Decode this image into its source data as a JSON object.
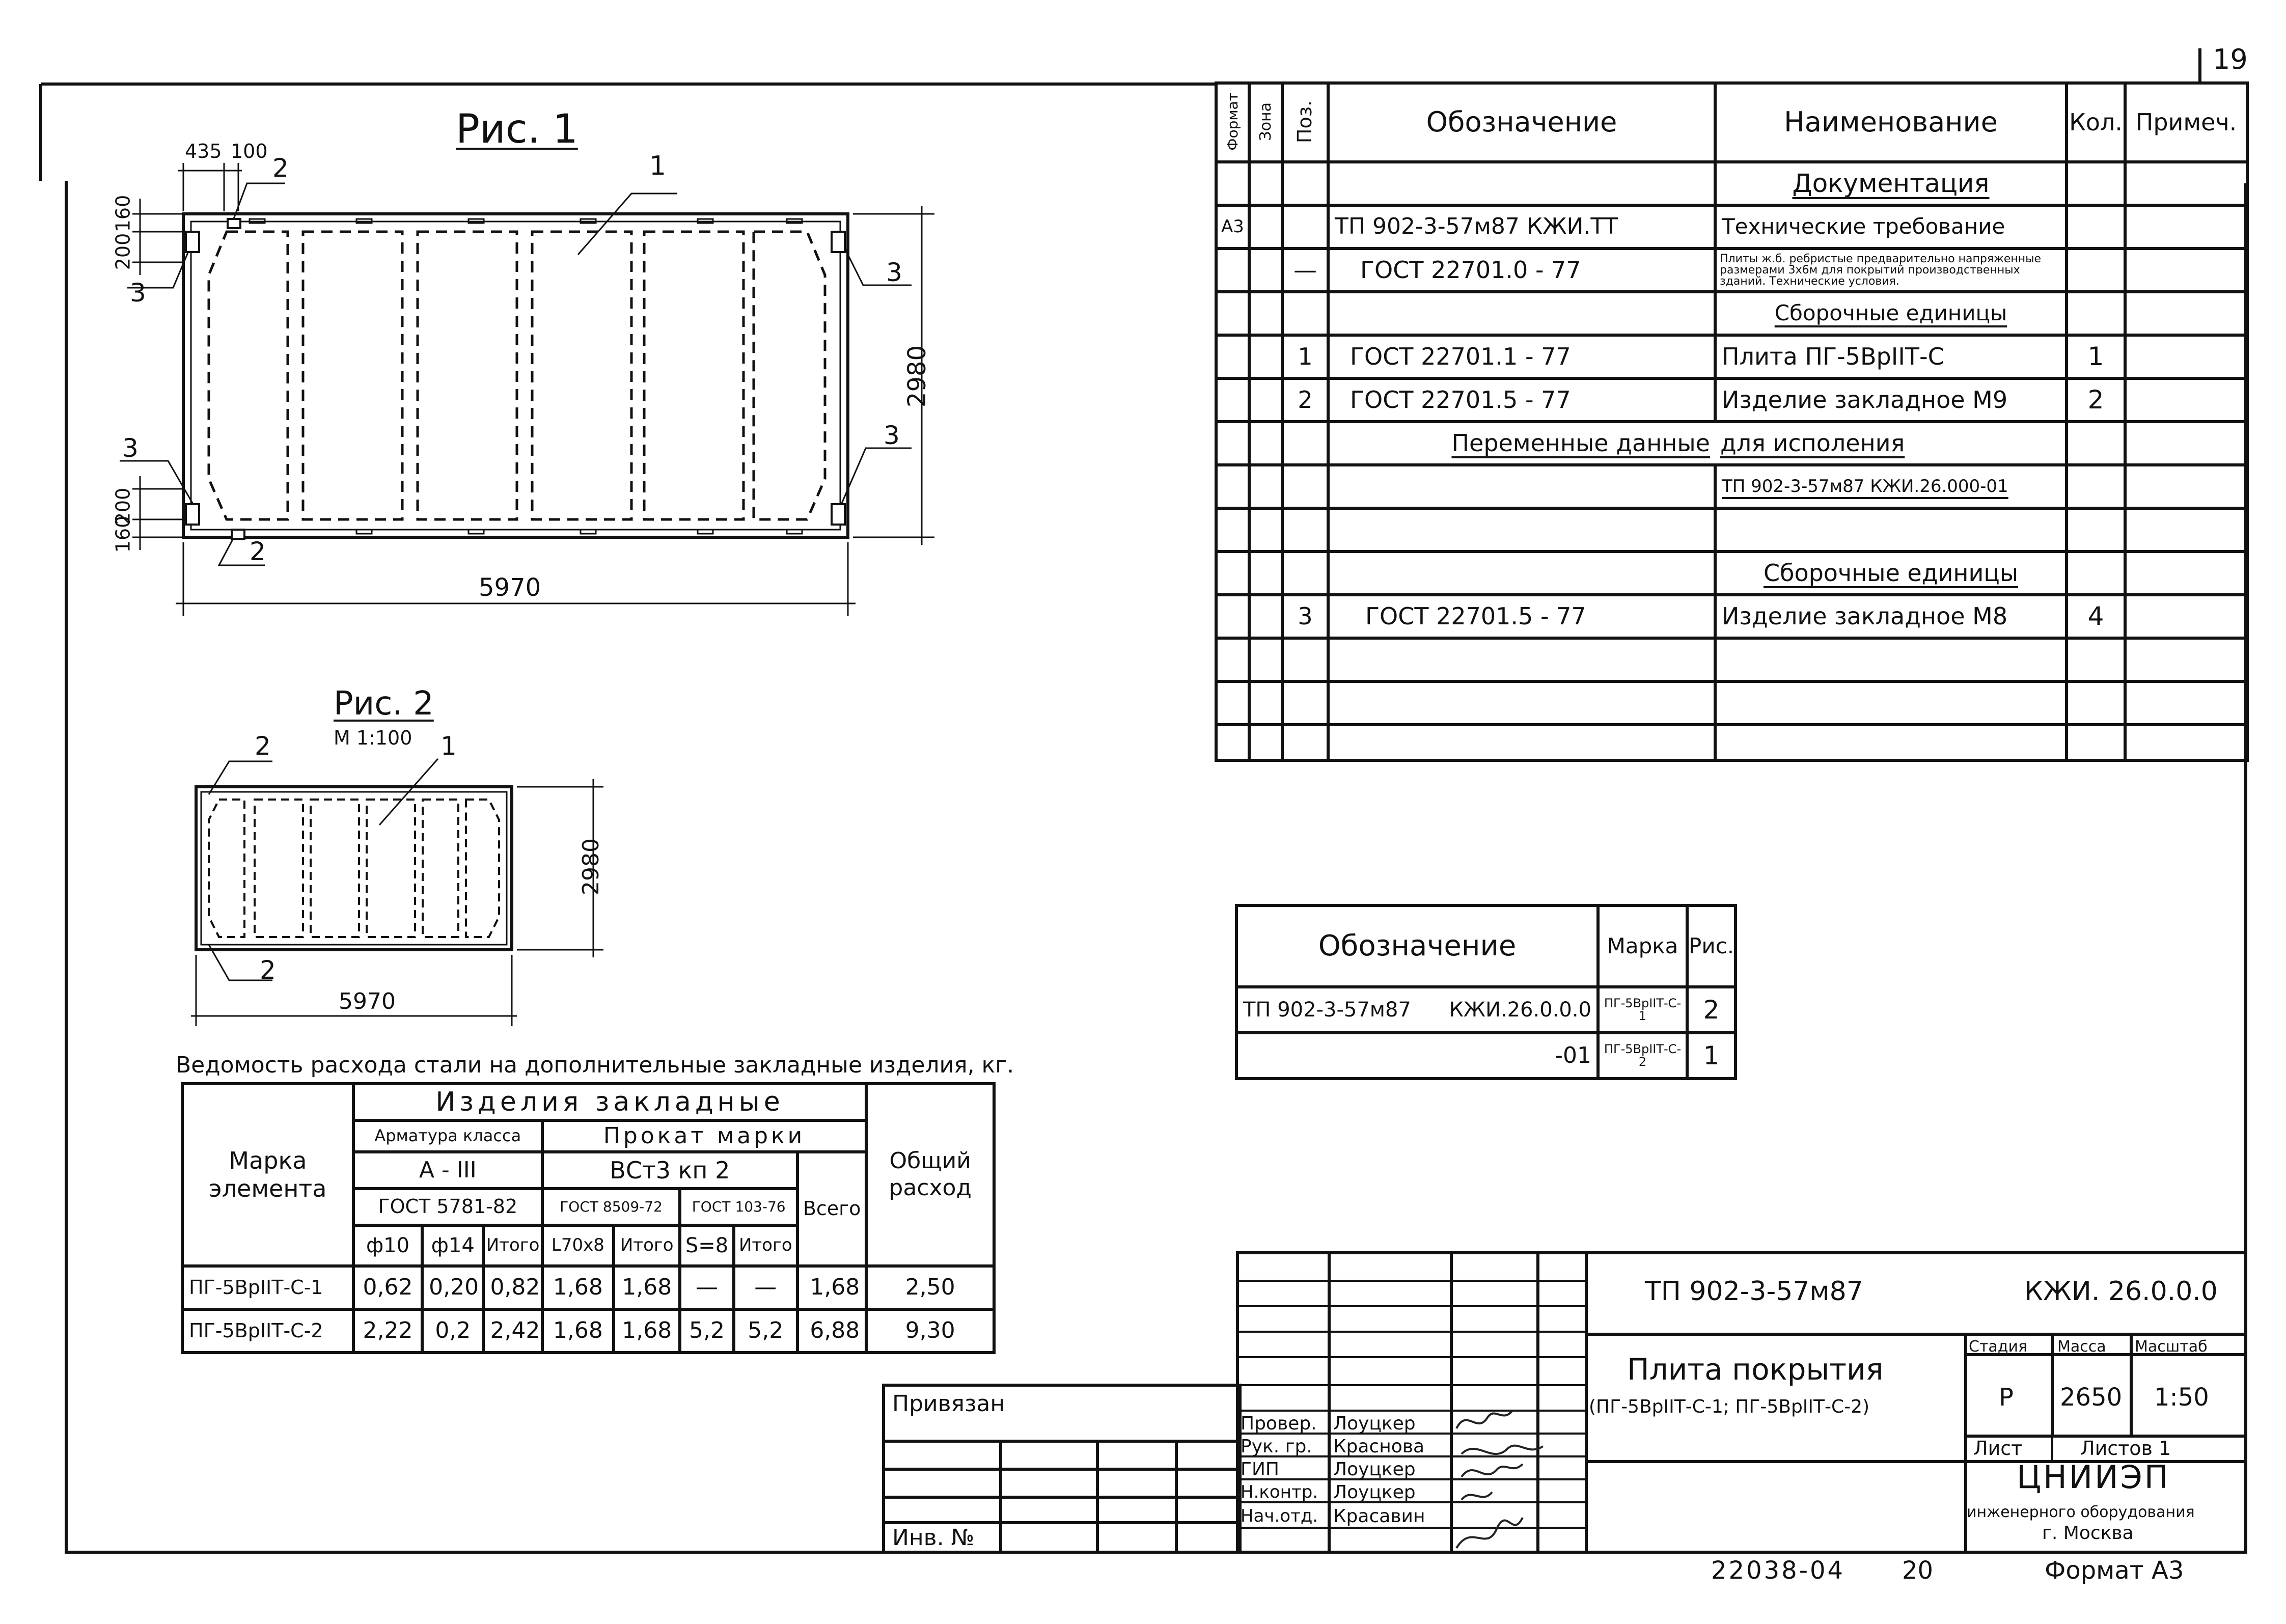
{
  "page": {
    "sheet_number": "19",
    "bottom_code": "22038-04",
    "bottom_page": "20",
    "format_label": "Формат А3"
  },
  "fig1": {
    "title": "Рис. 1",
    "dim_435": "435",
    "dim_100": "100",
    "dim_160_top": "160",
    "dim_200_top": "200",
    "dim_200_bottom": "200",
    "dim_160_bottom": "160",
    "dim_length": "5970",
    "dim_width": "2980",
    "pos_1": "1",
    "pos_2_top": "2",
    "pos_2_bottom": "2",
    "pos_3_tl": "3",
    "pos_3_tr": "3",
    "pos_3_bl": "3",
    "pos_3_br": "3"
  },
  "fig2": {
    "title": "Рис. 2",
    "scale": "М 1:100",
    "dim_length": "5970",
    "dim_width": "2980",
    "pos_1": "1",
    "pos_2_top": "2",
    "pos_2_bottom": "2"
  },
  "spec": {
    "headers": {
      "format": "Формат",
      "zone": "Зона",
      "pos": "Поз.",
      "designation": "Обозначение",
      "name": "Наименование",
      "qty": "Кол.",
      "note": "Примеч."
    },
    "rows": [
      {
        "format": "",
        "pos": "",
        "designation": "",
        "name": "Документация",
        "name_style": "underline-center",
        "qty": ""
      },
      {
        "format": "А3",
        "pos": "",
        "designation": "ТП 902-3-57м87   КЖИ.ТТ",
        "name": "Технические требование",
        "qty": ""
      },
      {
        "format": "",
        "pos": "—",
        "designation": "ГОСТ 22701.0 - 77",
        "name": "Плиты ж.б. ребристые предварительно напряженные размерами 3х6м для покрытий производственных зданий. Технические условия.",
        "name_style": "small",
        "qty": ""
      },
      {
        "format": "",
        "pos": "",
        "designation": "",
        "name": "Сборочные единицы",
        "name_style": "underline-center",
        "qty": ""
      },
      {
        "format": "",
        "pos": "1",
        "designation": "ГОСТ 22701.1 - 77",
        "name": "Плита ПГ-5ВрIIТ-С",
        "qty": "1"
      },
      {
        "format": "",
        "pos": "2",
        "designation": "ГОСТ 22701.5 - 77",
        "name": "Изделие закладное М9",
        "qty": "2"
      },
      {
        "format": "",
        "pos": "",
        "designation": "",
        "name": "",
        "qty": ""
      },
      {
        "format": "",
        "pos": "",
        "designation": "",
        "name": "ТП 902-3-57м87 КЖИ.26.000-01",
        "name_style": "underline",
        "qty": ""
      },
      {
        "format": "",
        "pos": "",
        "designation": "",
        "name": "",
        "qty": ""
      },
      {
        "format": "",
        "pos": "",
        "designation": "",
        "name": "Сборочные единицы",
        "name_style": "underline-center",
        "qty": ""
      },
      {
        "format": "",
        "pos": "3",
        "designation": "ГОСТ 22701.5 - 77",
        "name": "Изделие закладное М8",
        "qty": "4"
      },
      {
        "format": "",
        "pos": "",
        "designation": "",
        "name": "",
        "qty": ""
      },
      {
        "format": "",
        "pos": "",
        "designation": "",
        "name": "",
        "qty": ""
      },
      {
        "format": "",
        "pos": "",
        "designation": "",
        "name": "",
        "qty": ""
      }
    ],
    "variable_data_left": "Переменные данные",
    "variable_data_right": "для исполения"
  },
  "marks": {
    "headers": {
      "designation": "Обозначение",
      "mark": "Марка",
      "fig": "Рис."
    },
    "rows": [
      {
        "designation_a": "ТП 902-3-57м87",
        "designation_b": "КЖИ.26.0.0.0",
        "mark": "ПГ-5ВрIIТ-С-1",
        "fig": "2"
      },
      {
        "designation_a": "",
        "designation_b": "-01",
        "mark": "ПГ-5ВрIIТ-С-2",
        "fig": "1"
      }
    ]
  },
  "steel": {
    "title": "Ведомость расхода стали на дополнительные закладные изделия, кг.",
    "h_items": "Изделия закладные",
    "h_mark": "Марка элемента",
    "h_rebar": "Арматура класса",
    "h_rolled": "Прокат марки",
    "h_total": "Общий расход",
    "h_a3": "А - III",
    "h_vst": "ВСт3 кп 2",
    "h_all": "Всего",
    "h_gost5781": "ГОСТ 5781-82",
    "h_gost8509": "ГОСТ 8509-72",
    "h_gost103": "ГОСТ 103-76",
    "h_d10": "ф10",
    "h_d14": "ф14",
    "h_itogo1": "Итого",
    "h_l70": "L70х8",
    "h_itogo2": "Итого",
    "h_s8": "S=8",
    "h_itogo3": "Итого",
    "rows": [
      {
        "mark": "ПГ-5ВрIIТ-С-1",
        "d10": "0,62",
        "d14": "0,20",
        "itogo1": "0,82",
        "l70": "1,68",
        "itogo2": "1,68",
        "s8": "—",
        "itogo3": "—",
        "vsego": "1,68",
        "total": "2,50"
      },
      {
        "mark": "ПГ-5ВрIIТ-С-2",
        "d10": "2,22",
        "d14": "0,2",
        "itogo1": "2,42",
        "l70": "1,68",
        "itogo2": "1,68",
        "s8": "5,2",
        "itogo3": "5,2",
        "vsego": "6,88",
        "total": "9,30"
      }
    ]
  },
  "bind": {
    "label": "Привязан",
    "inv": "Инв. №"
  },
  "stamp": {
    "code_left": "ТП 902-3-57м87",
    "code_right": "КЖИ. 26.0.0.0",
    "title_line1": "Плита покрытия",
    "title_line2": "(ПГ-5ВрIIТ-С-1; ПГ-5ВрIIТ-С-2)",
    "stage_label": "Стадия",
    "mass_label": "Масса",
    "scale_label": "Масштаб",
    "stage": "Р",
    "mass": "2650",
    "scale": "1:50",
    "sheet_label": "Лист",
    "sheets_label": "Листов 1",
    "org_name": "ЦНИИЭП",
    "org_sub": "инженерного оборудования",
    "org_city": "г. Москва",
    "signers": [
      {
        "role": "Провер.",
        "name": "Лоуцкер"
      },
      {
        "role": "Рук. гр.",
        "name": "Краснова"
      },
      {
        "role": "ГИП",
        "name": "Лоуцкер"
      },
      {
        "role": "Н.контр.",
        "name": "Лоуцкер"
      },
      {
        "role": "Нач.отд.",
        "name": "Красавин"
      }
    ]
  }
}
